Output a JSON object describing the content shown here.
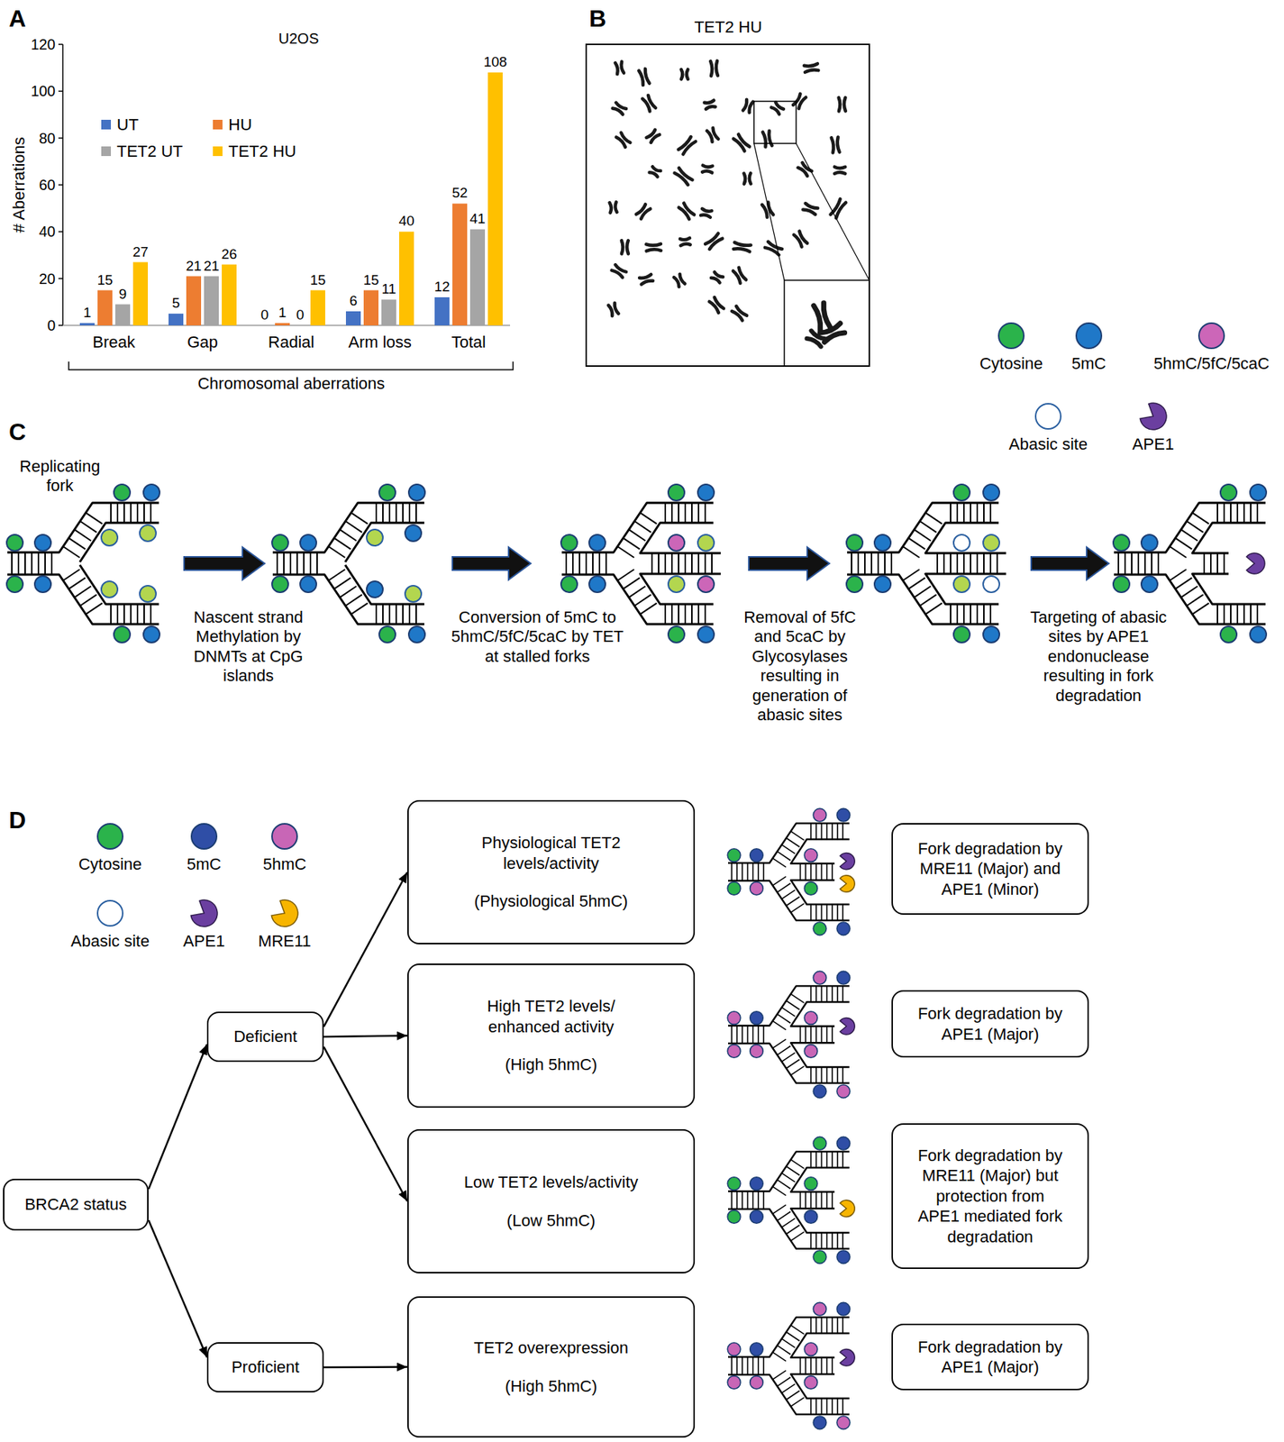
{
  "diagram": {
    "nodes": [
      {
        "text": [
          "BRCA2 status"
        ]
      },
      {
        "text": [
          "Deficient"
        ]
      },
      {
        "text": [
          "Proficient"
        ]
      },
      {
        "text": [
          "Physiological TET2 levels/activity",
          "(Physiological 5hmC)"
        ]
      },
      {
        "text": [
          "High TET2 levels/ enhanced activity",
          "(High 5hmC)"
        ]
      },
      {
        "text": [
          "Low TET2 levels/activity",
          "(Low 5hmC)"
        ]
      },
      {
        "text": [
          "TET2 overexpression",
          "(High 5hmC)"
        ]
      },
      {
        "text": [
          "Fork degradation by MRE11 (Major) and APE1 (Minor)"
        ]
      },
      {
        "text": [
          "Fork degradation by APE1 (Major)"
        ]
      },
      {
        "text": [
          "Fork degradation by MRE11 (Major) but protection from APE1 mediated fork degradation"
        ]
      },
      {
        "text": [
          "Fork degradation by APE1 (Major)"
        ]
      }
    ],
    "edges": [
      {
        "from": 0,
        "to": 1,
        "arrow": "to"
      },
      {
        "from": 0,
        "to": 2,
        "arrow": "to"
      },
      {
        "from": 1,
        "to": 3,
        "arrow": "to"
      },
      {
        "from": 1,
        "to": 4,
        "arrow": "to"
      },
      {
        "from": 1,
        "to": 5,
        "arrow": "to"
      },
      {
        "from": 2,
        "to": 6,
        "arrow": "to"
      }
    ],
    "labels": [
      "A",
      "U2OS",
      "# Aberrations",
      "0",
      "20",
      "40",
      "60",
      "80",
      "100",
      "120",
      "1",
      "15",
      "9",
      "27",
      "5",
      "21",
      "21",
      "26",
      "0",
      "1",
      "0",
      "15",
      "6",
      "15",
      "11",
      "40",
      "12",
      "52",
      "41",
      "108",
      "Break",
      "Gap",
      "Radial",
      "Arm loss",
      "Total",
      "Chromosomal aberrations",
      "B",
      "TET2 HU",
      "C",
      "Replicating fork",
      "Nascent strand Methylation by DNMTs at CpG islands",
      "Conversion of 5mC to 5hmC/5fC/5caC by TET at stalled forks",
      "Removal of 5fC and 5caC by Glycosylases resulting in generation of abasic sites",
      "Targeting of abasic sites by APE1 endonuclease resulting in fork degradation",
      "D"
    ],
    "legend": [
      {
        "text": "UT",
        "color": "#4472c4"
      },
      {
        "text": "HU",
        "color": "#ed7d31"
      },
      {
        "text": "TET2 UT",
        "color": "#a5a5a5"
      },
      {
        "text": "TET2 HU",
        "color": "#ffc000"
      },
      {
        "text": "Cytosine",
        "color": "#2bb34b"
      },
      {
        "text": "5mC",
        "color": "#1f78c8"
      },
      {
        "text": "5hmC/5fC/5caC",
        "color": "#cc66b8"
      },
      {
        "text": "Abasic site",
        "color": "#ffffff"
      },
      {
        "text": "APE1"
      },
      {
        "text": "Cytosine",
        "color": "#2bb34b"
      },
      {
        "text": "5mC",
        "color": "#2f4ea6"
      },
      {
        "text": "5hmC",
        "color": "#c866b6"
      },
      {
        "text": "Abasic site",
        "color": "#ffffff"
      },
      {
        "text": "APE1"
      },
      {
        "text": "MRE11"
      }
    ]
  }
}
